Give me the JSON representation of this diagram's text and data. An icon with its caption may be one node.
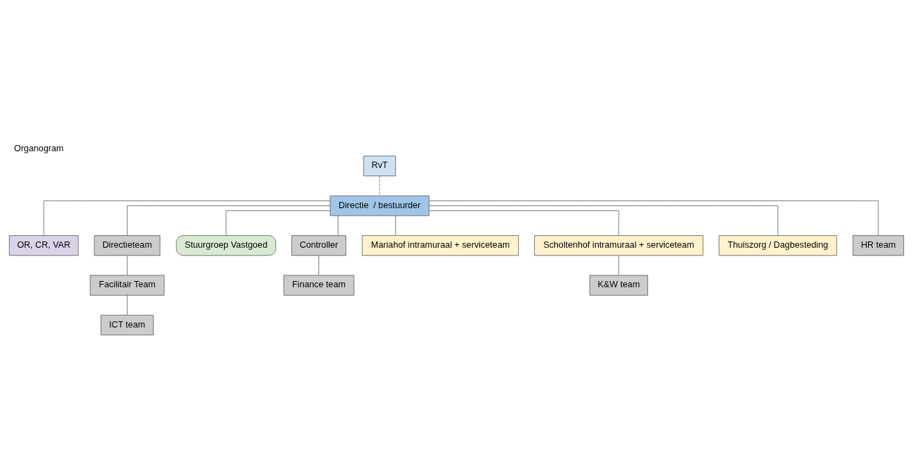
{
  "diagram": {
    "title": "Organogram",
    "nodes": [
      {
        "text": [
          "RvT"
        ]
      },
      {
        "text": [
          "Directie  / bestuurder"
        ]
      },
      {
        "text": [
          "OR, CR, VAR"
        ]
      },
      {
        "text": [
          "Directieteam"
        ]
      },
      {
        "text": [
          "Stuurgroep Vastgoed"
        ]
      },
      {
        "text": [
          "Controller"
        ]
      },
      {
        "text": [
          "Mariahof intramuraal + serviceteam"
        ]
      },
      {
        "text": [
          "Scholtenhof intramuraal + serviceteam"
        ]
      },
      {
        "text": [
          "Thuiszorg / Dagbesteding"
        ]
      },
      {
        "text": [
          "HR team"
        ]
      },
      {
        "text": [
          "Finance team"
        ]
      },
      {
        "text": [
          "Facilitair Team"
        ]
      },
      {
        "text": [
          "K&W team"
        ]
      },
      {
        "text": [
          "ICT team"
        ]
      }
    ],
    "edges": [
      {
        "from": 0,
        "to": 1,
        "arrow": "none",
        "style": "dashed",
        "color": "#666666"
      },
      {
        "from": 1,
        "to": 2,
        "arrow": "none"
      },
      {
        "from": 1,
        "to": 3,
        "arrow": "none"
      },
      {
        "from": 1,
        "to": 4,
        "arrow": "none"
      },
      {
        "from": 1,
        "to": 5,
        "arrow": "none"
      },
      {
        "from": 1,
        "to": 6,
        "arrow": "none"
      },
      {
        "from": 1,
        "to": 7,
        "arrow": "none"
      },
      {
        "from": 1,
        "to": 8,
        "arrow": "none"
      },
      {
        "from": 1,
        "to": 9,
        "arrow": "none"
      },
      {
        "from": 5,
        "to": 10,
        "arrow": "none"
      },
      {
        "from": 3,
        "to": 11,
        "arrow": "none"
      },
      {
        "from": 7,
        "to": 12,
        "arrow": "none"
      },
      {
        "from": 11,
        "to": 13,
        "arrow": "none"
      }
    ]
  }
}
